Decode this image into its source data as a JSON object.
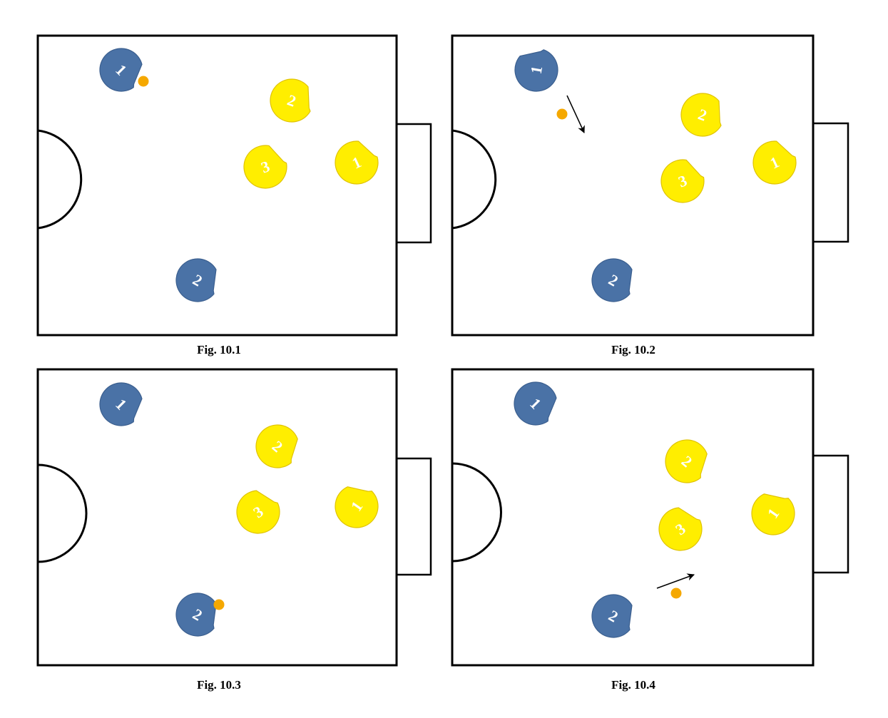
{
  "colors": {
    "blue_team": "#4a72a6",
    "blue_edge": "#3b5f8f",
    "yellow_team": "#ffee00",
    "yellow_edge": "#e0c300",
    "ball": "#f5a800",
    "lines": "#000000"
  },
  "figures": [
    {
      "caption": "Fig. 10.1",
      "players": [
        {
          "team": "blue",
          "number": "1"
        },
        {
          "team": "blue",
          "number": "2"
        },
        {
          "team": "yellow",
          "number": "1"
        },
        {
          "team": "yellow",
          "number": "2"
        },
        {
          "team": "yellow",
          "number": "3"
        }
      ],
      "has_ball": true,
      "has_arrow": false
    },
    {
      "caption": "Fig. 10.2",
      "players": [
        {
          "team": "blue",
          "number": "1"
        },
        {
          "team": "blue",
          "number": "2"
        },
        {
          "team": "yellow",
          "number": "1"
        },
        {
          "team": "yellow",
          "number": "2"
        },
        {
          "team": "yellow",
          "number": "3"
        }
      ],
      "has_ball": true,
      "has_arrow": true
    },
    {
      "caption": "Fig. 10.3",
      "players": [
        {
          "team": "blue",
          "number": "1"
        },
        {
          "team": "blue",
          "number": "2"
        },
        {
          "team": "yellow",
          "number": "1"
        },
        {
          "team": "yellow",
          "number": "2"
        },
        {
          "team": "yellow",
          "number": "3"
        }
      ],
      "has_ball": true,
      "has_arrow": false
    },
    {
      "caption": "Fig. 10.4",
      "players": [
        {
          "team": "blue",
          "number": "1"
        },
        {
          "team": "blue",
          "number": "2"
        },
        {
          "team": "yellow",
          "number": "1"
        },
        {
          "team": "yellow",
          "number": "2"
        },
        {
          "team": "yellow",
          "number": "3"
        }
      ],
      "has_ball": true,
      "has_arrow": true
    }
  ]
}
